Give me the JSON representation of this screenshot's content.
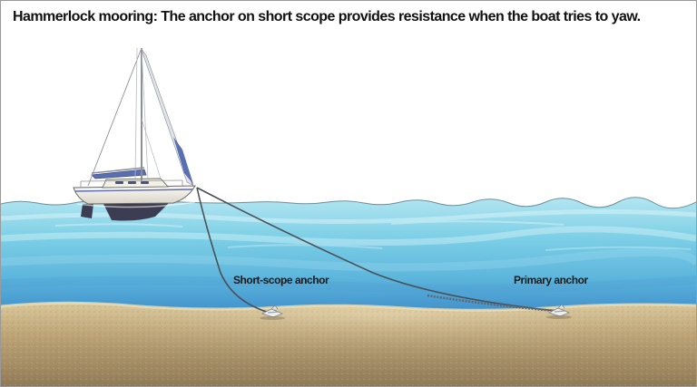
{
  "title": "Hammerlock mooring: The anchor on short scope provides resistance when the boat tries to yaw.",
  "labels": {
    "short_scope_anchor": "Short-scope anchor",
    "primary_anchor": "Primary anchor"
  },
  "colors": {
    "sky": "#ffffff",
    "water_light": "#aee3ef",
    "water_mid": "#67c3e0",
    "water_deep": "#3f94cf",
    "seabed_light": "#d9c596",
    "seabed_dark": "#8a7452",
    "sail_accent": "#5a6fb3",
    "hull": "#f4f1ea",
    "keel": "#3c3d52",
    "rode": "#4a5058",
    "anchor": "#eceef0"
  },
  "icons": {
    "boat": "sailboat-icon",
    "short_anchor": "anchor-icon",
    "primary_anchor": "anchor-icon"
  }
}
